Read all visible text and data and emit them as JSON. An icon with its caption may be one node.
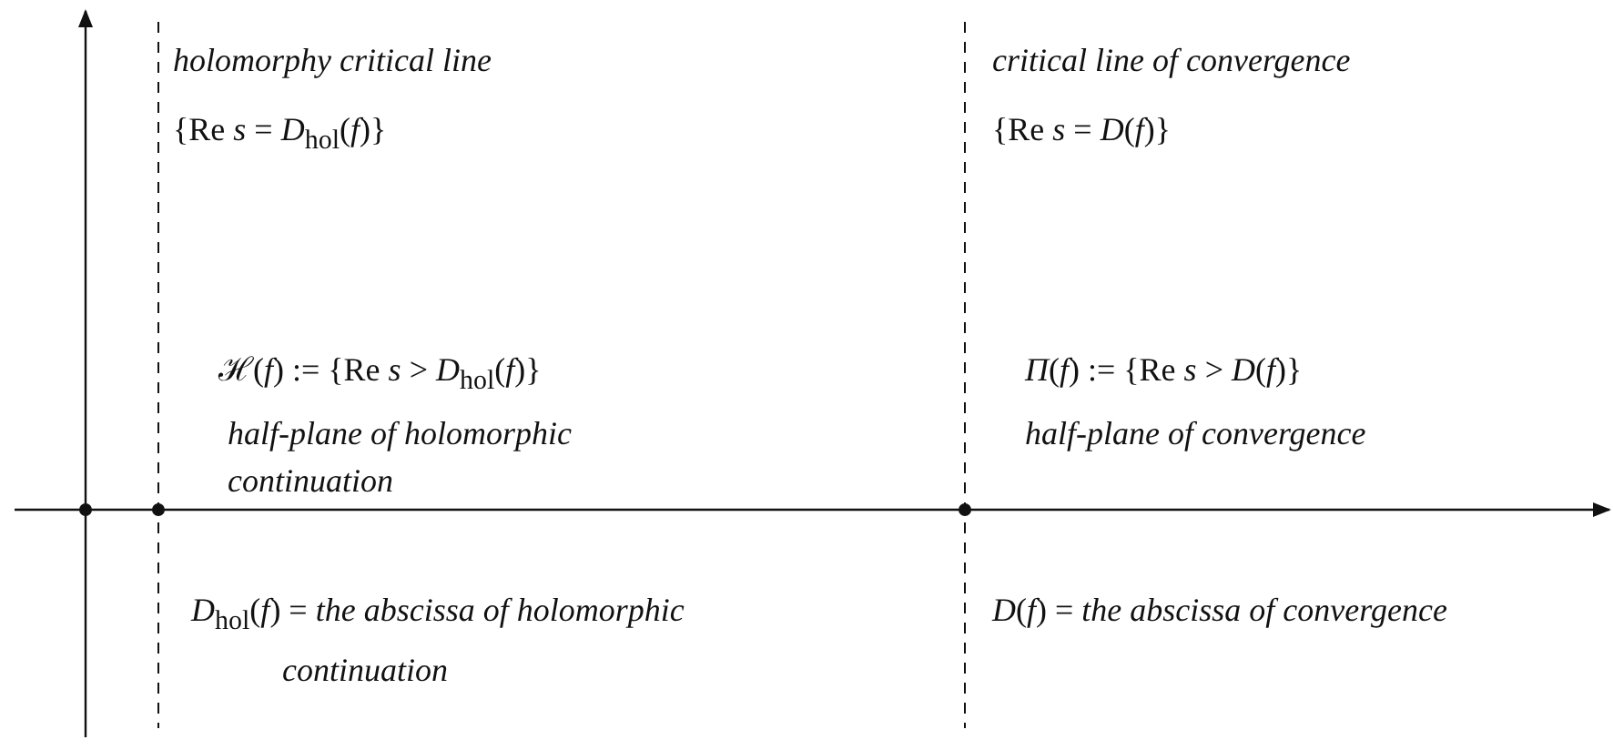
{
  "diagram": {
    "labels": [
      "holomorphy critical line",
      "{Re *s* = *D*$_{hol}$(*f*)}",
      "critical line of convergence",
      "{Re *s* = *D*(*f*)}",
      "ℋ(*f*) := {Re *s* > *D*$_{hol}$(*f*)}",
      "half-plane of holomorphic continuation",
      "*Π*(*f*) := {Re *s* > *D*(*f*)}",
      "half-plane of convergence",
      "*D*$_{hol}$(*f*) = *the abscissa of holomorphic continuation*",
      "*D*(*f*) = *the abscissa of convergence*"
    ]
  }
}
